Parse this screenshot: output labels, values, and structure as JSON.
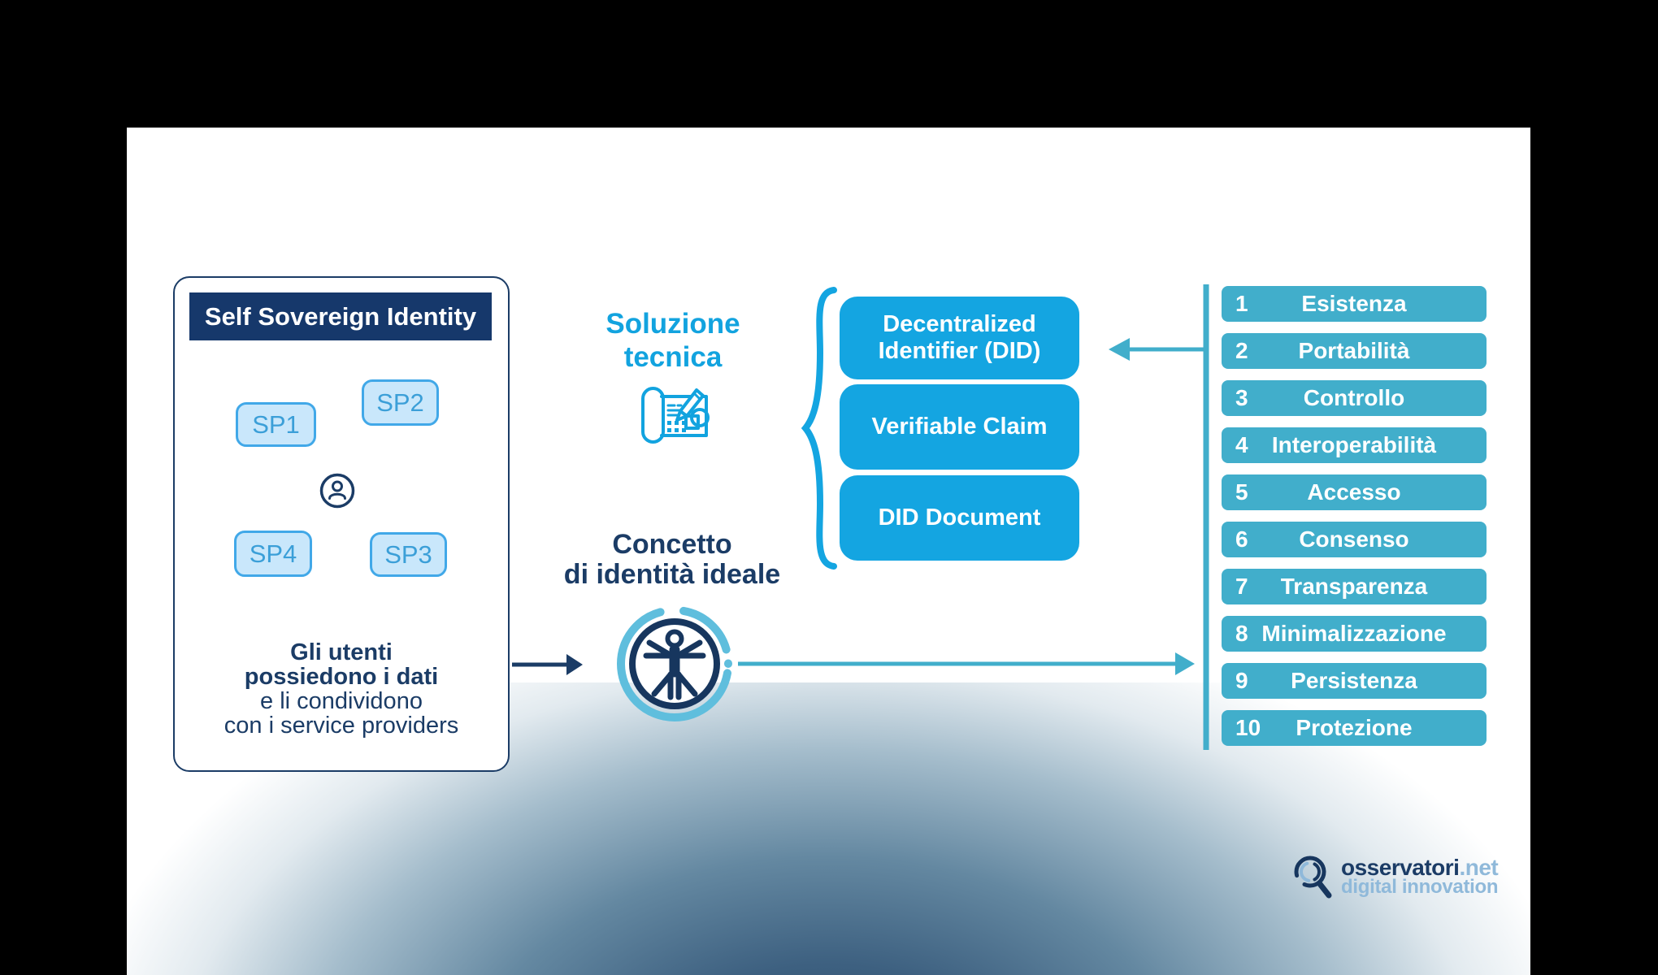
{
  "panel": {
    "title": "Self Sovereign Identity",
    "sp_boxes": [
      {
        "label": "SP1"
      },
      {
        "label": "SP2"
      },
      {
        "label": "SP3"
      },
      {
        "label": "SP4"
      }
    ],
    "caption_lines": [
      "Gli utenti",
      "possiedono i dati",
      "e li condividono",
      "con i service providers"
    ]
  },
  "middle": {
    "technical_solution_line1": "Soluzione",
    "technical_solution_line2": "tecnica",
    "ideal_identity_line1": "Concetto",
    "ideal_identity_line2": "di identità ideale"
  },
  "did_boxes": [
    {
      "label": "Decentralized Identifier (DID)"
    },
    {
      "label": "Verifiable Claim"
    },
    {
      "label": "DID Document"
    }
  ],
  "principles": [
    {
      "num": "1",
      "label": "Esistenza"
    },
    {
      "num": "2",
      "label": "Portabilità"
    },
    {
      "num": "3",
      "label": "Controllo"
    },
    {
      "num": "4",
      "label": "Interoperabilità"
    },
    {
      "num": "5",
      "label": "Accesso"
    },
    {
      "num": "6",
      "label": "Consenso"
    },
    {
      "num": "7",
      "label": "Transparenza"
    },
    {
      "num": "8",
      "label": "Minimalizzazione"
    },
    {
      "num": "9",
      "label": "Persistenza"
    },
    {
      "num": "10",
      "label": "Protezione"
    }
  ],
  "logo": {
    "brand": "osservatori",
    "brand_suffix": ".net",
    "tagline": "digital innovation"
  },
  "colors": {
    "accent_blue": "#14a5e1",
    "teal": "#41aecb",
    "navy": "#1b3c66",
    "navy_bar": "#16386b",
    "sp_fill": "#c9e7fb",
    "sp_border": "#41a8e8",
    "sp_text": "#3b9fd8",
    "logo_light_blue": "#8fb9da",
    "glow_dark": "#2b4a63"
  }
}
